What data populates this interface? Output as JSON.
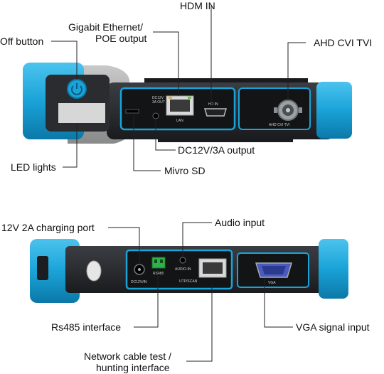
{
  "colors": {
    "accent_blue": "#1aa3d8",
    "body_dark": "#2b2d31",
    "panel_black": "#111315",
    "callout_line": "#222222"
  },
  "top_device": {
    "callouts": {
      "hdmi_in": "HDM IN",
      "ethernet_line1": "Gigabit Ethernet/",
      "ethernet_line2": "POE output",
      "off_button": "Off button",
      "ahd_cvi_tvi": "AHD CVI TVI",
      "dc_output": "DC12V/3A output",
      "led_lights": "LED lights",
      "micro_sd": "Mivro SD"
    },
    "port_labels": {
      "dc": "DC12V",
      "dc2": "3A OUT",
      "lan": "LAN",
      "hdmi": "HD IN",
      "bnc": "AHD CVI TVI"
    },
    "icons": [
      "power-button-icon",
      "bnc-connector-icon",
      "rj45-port-icon",
      "hdmi-port-icon"
    ]
  },
  "bottom_device": {
    "callouts": {
      "charging_port": "12V 2A charging port",
      "audio_input": "Audio input",
      "rs485": "Rs485 interface",
      "vga": "VGA signal input",
      "network_line1": "Network cable test /",
      "network_line2": "hunting interface"
    },
    "port_labels": {
      "dc": "DC12V/IN",
      "rs485": "RS485",
      "audio": "AUDIO-IN",
      "utp": "UTP/SCAN",
      "vga": "VGA"
    },
    "icons": [
      "dc-jack-icon",
      "terminal-block-icon",
      "audio-jack-icon",
      "rj45-port-icon",
      "vga-port-icon",
      "qc-pass-sticker-icon"
    ]
  }
}
